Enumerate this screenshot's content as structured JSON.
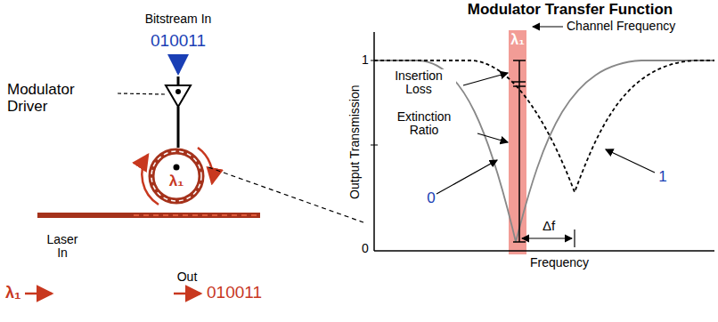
{
  "diagram": {
    "title": "Modulator Transfer Function",
    "nodes": [
      {
        "text": [
          "λ₁"
        ]
      }
    ],
    "labels": [
      "Bitstream In",
      "010011",
      "Modulator Driver",
      "Laser In",
      "λ₁",
      "Out",
      "010011",
      "Channel Frequency",
      "λ₁",
      "Insertion Loss",
      "Extinction Ratio",
      "Output Transmission",
      "1",
      "0",
      "0",
      "1",
      "Δf",
      "Frequency"
    ]
  }
}
